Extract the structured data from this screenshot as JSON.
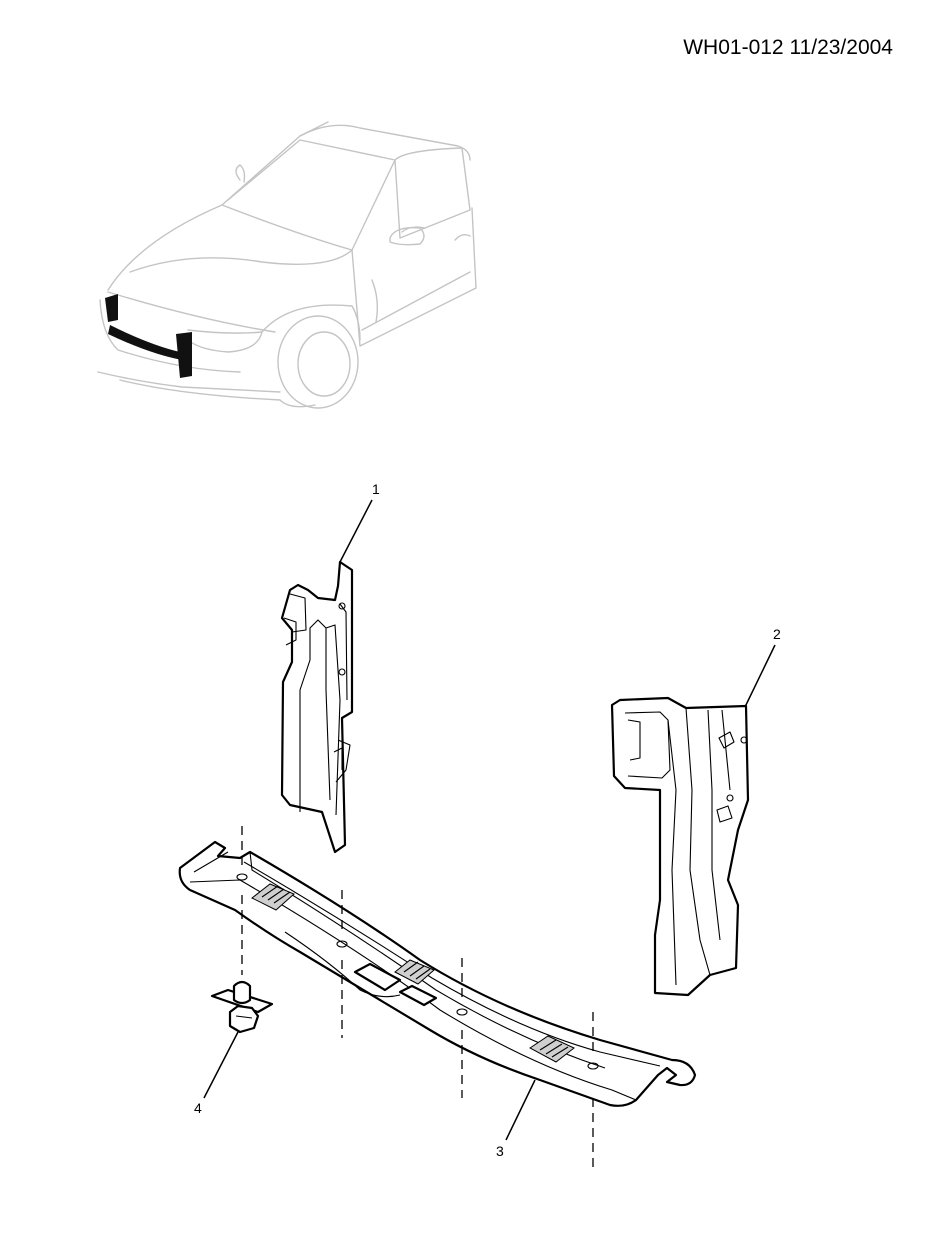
{
  "header": {
    "code": "WH01-012 11/23/2004"
  },
  "callouts": [
    {
      "id": "1",
      "label": "1"
    },
    {
      "id": "2",
      "label": "2"
    },
    {
      "id": "3",
      "label": "3"
    },
    {
      "id": "4",
      "label": "4"
    }
  ],
  "colors": {
    "line": "#000000",
    "car_ghost": "#c4c4c4",
    "shading": "#cfcfcf",
    "background": "#ffffff"
  }
}
